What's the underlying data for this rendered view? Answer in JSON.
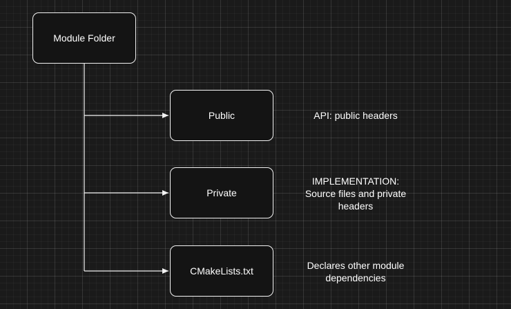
{
  "diagram": {
    "root": {
      "label": "Module Folder"
    },
    "children": [
      {
        "label": "Public",
        "note": "API: public headers"
      },
      {
        "label": "Private",
        "note": "IMPLEMENTATION:\nSource files and private\nheaders"
      },
      {
        "label": "CMakeLists.txt",
        "note": "Declares other module\ndependencies"
      }
    ],
    "colors": {
      "background": "#1a1a1a",
      "node_fill": "#141414",
      "stroke": "#f2f2f2",
      "text": "#ffffff"
    }
  }
}
